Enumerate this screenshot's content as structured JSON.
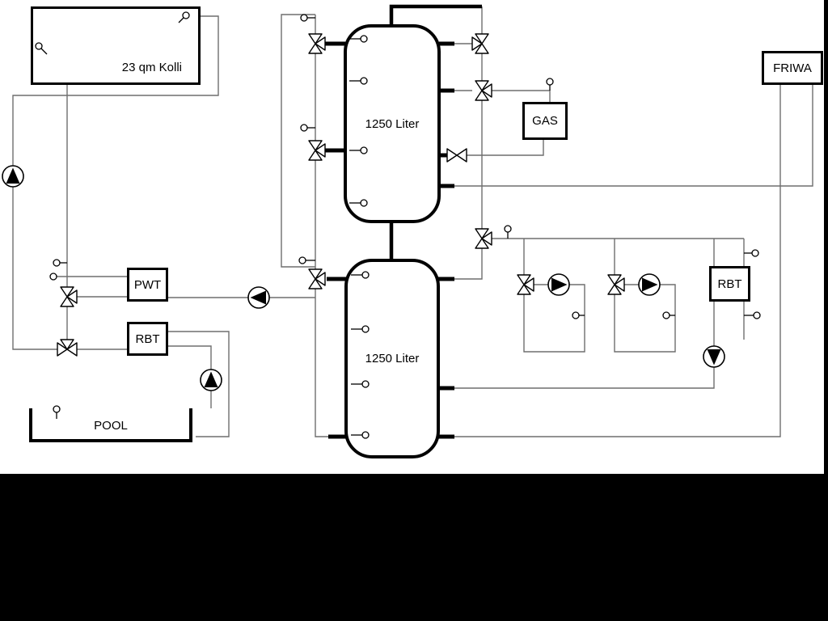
{
  "diagram": {
    "labels": {
      "collector": "23 qm Kolli",
      "tank_top": "1250 Liter",
      "tank_bottom": "1250 Liter",
      "gas": "GAS",
      "friwa": "FRIWA",
      "pwt": "PWT",
      "rbt_left": "RBT",
      "rbt_right": "RBT",
      "pool": "POOL"
    },
    "colors": {
      "pipe_thin": "#6e6e6e",
      "pipe_main": "#000000",
      "background": "#ffffff",
      "letterbox": "#000000"
    },
    "icons": [
      "pump-icon",
      "three-way-valve-icon",
      "two-way-valve-icon",
      "temperature-sensor-icon"
    ]
  }
}
